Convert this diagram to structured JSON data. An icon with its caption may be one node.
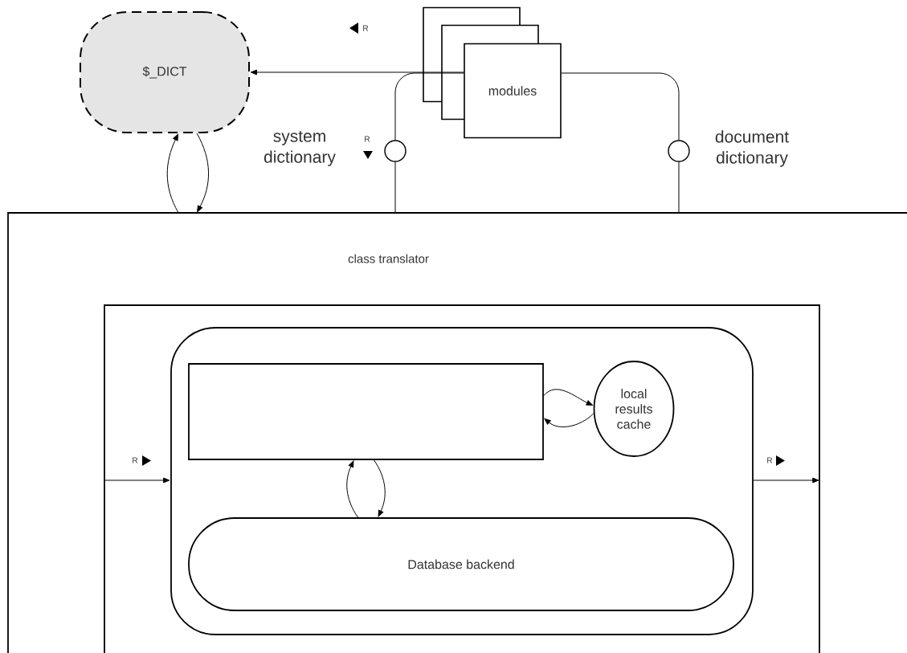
{
  "diagram": {
    "nodes": [
      {
        "text": [
          "$_DICT"
        ]
      },
      {
        "text": [
          "modules"
        ]
      },
      {
        "text": [],
        "shape": "circle"
      },
      {
        "text": [],
        "shape": "circle"
      },
      {
        "text": [
          "class translator"
        ]
      },
      {
        "text": [],
        "shape": "box",
        "in": 4
      },
      {
        "text": [],
        "shape": "box",
        "in": 5
      },
      {
        "text": [],
        "shape": "box",
        "in": 6
      },
      {
        "text": [
          "local results cache"
        ],
        "in": 6
      },
      {
        "text": [
          "Database backend"
        ],
        "in": 6
      }
    ],
    "edges": [
      {
        "from": 1,
        "to": 0,
        "arrow": "to"
      },
      {
        "from": 1,
        "to": 2,
        "arrow": "none"
      },
      {
        "from": 2,
        "to": 4,
        "arrow": "none"
      },
      {
        "from": 1,
        "to": 3,
        "arrow": "none"
      },
      {
        "from": 3,
        "to": 4,
        "arrow": "none"
      },
      {
        "from": 4,
        "to": 0,
        "arrow": "to"
      },
      {
        "from": 0,
        "to": 4,
        "arrow": "to"
      },
      {
        "from": 7,
        "to": 8,
        "arrow": "to"
      },
      {
        "from": 8,
        "to": 7,
        "arrow": "to"
      },
      {
        "from": 9,
        "to": 7,
        "arrow": "to"
      },
      {
        "from": 7,
        "to": 9,
        "arrow": "to"
      },
      {
        "from": 5,
        "to": 6,
        "arrow": "to"
      },
      {
        "from": 6,
        "to": 5,
        "arrow": "to"
      }
    ],
    "labels": [
      "R",
      "system dictionary",
      "R",
      "document dictionary",
      "R",
      "R"
    ]
  }
}
